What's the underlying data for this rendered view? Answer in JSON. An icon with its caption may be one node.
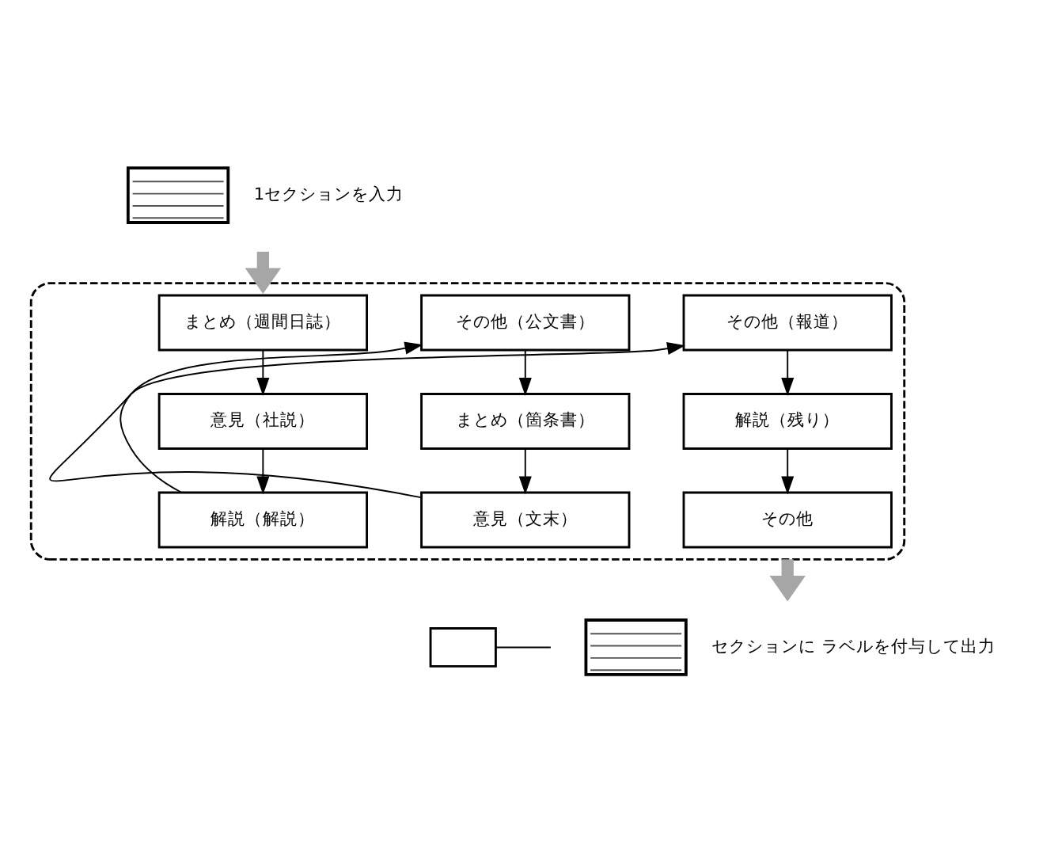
{
  "diagram": {
    "nodes": [
      {
        "text": [],
        "shape": "document",
        "beside": [
          "1セクションを入力"
        ]
      },
      {
        "text": [],
        "shape": "box"
      },
      {
        "text": [
          "まとめ（週間日誌）"
        ],
        "in": 1
      },
      {
        "text": [
          "意見（社説）"
        ],
        "in": 1
      },
      {
        "text": [
          "解説（解説）"
        ],
        "in": 1
      },
      {
        "text": [
          "その他（公文書）"
        ],
        "in": 1
      },
      {
        "text": [
          "まとめ（箇条書）"
        ],
        "in": 1
      },
      {
        "text": [
          "意見（文末）"
        ],
        "in": 1
      },
      {
        "text": [
          "その他（報道）"
        ],
        "in": 1
      },
      {
        "text": [
          "解説（残り）"
        ],
        "in": 1
      },
      {
        "text": [
          "その他"
        ],
        "in": 1
      },
      {
        "text": [],
        "shape": "document",
        "beside": [
          "セクションに ラベルを付与して出力"
        ]
      },
      {
        "text": [],
        "shape": "box"
      }
    ],
    "edges": [
      {
        "from": 0,
        "to": 1,
        "arrow": "to",
        "style": "thick",
        "color": "#a6a6a6"
      },
      {
        "from": 2,
        "to": 3,
        "arrow": "to"
      },
      {
        "from": 3,
        "to": 4,
        "arrow": "to"
      },
      {
        "from": 4,
        "to": 5,
        "arrow": "to"
      },
      {
        "from": 5,
        "to": 6,
        "arrow": "to"
      },
      {
        "from": 6,
        "to": 7,
        "arrow": "to"
      },
      {
        "from": 7,
        "to": 8,
        "arrow": "to"
      },
      {
        "from": 8,
        "to": 9,
        "arrow": "to"
      },
      {
        "from": 9,
        "to": 10,
        "arrow": "to"
      },
      {
        "from": 1,
        "to": 11,
        "arrow": "to",
        "style": "thick",
        "color": "#a6a6a6"
      },
      {
        "from": 12,
        "to": 11,
        "arrow": "none"
      }
    ]
  }
}
